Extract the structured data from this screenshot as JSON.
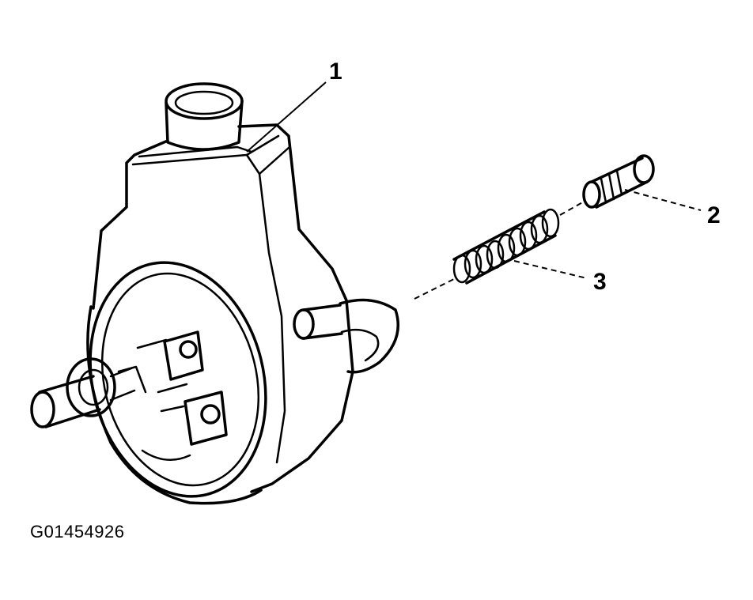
{
  "diagram": {
    "callouts": [
      {
        "id": "1",
        "label": "1"
      },
      {
        "id": "2",
        "label": "2"
      },
      {
        "id": "3",
        "label": "3"
      }
    ],
    "figure_id": "G01454926",
    "colors": {
      "ink": "#000000",
      "background": "#ffffff"
    }
  }
}
